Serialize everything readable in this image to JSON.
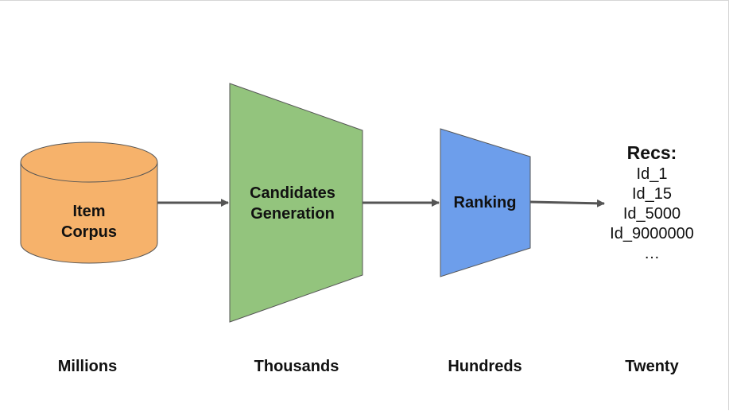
{
  "nodes": {
    "item_corpus": {
      "line1": "Item",
      "line2": "Corpus",
      "color": "#f6b26b"
    },
    "candidates": {
      "line1": "Candidates",
      "line2": "Generation",
      "color": "#93c47d"
    },
    "ranking": {
      "label": "Ranking",
      "color": "#6d9eeb"
    }
  },
  "recs": {
    "title": "Recs:",
    "items": [
      "Id_1",
      "Id_15",
      "Id_5000",
      "Id_9000000",
      "…"
    ]
  },
  "scale_labels": [
    "Millions",
    "Thousands",
    "Hundreds",
    "Twenty"
  ]
}
